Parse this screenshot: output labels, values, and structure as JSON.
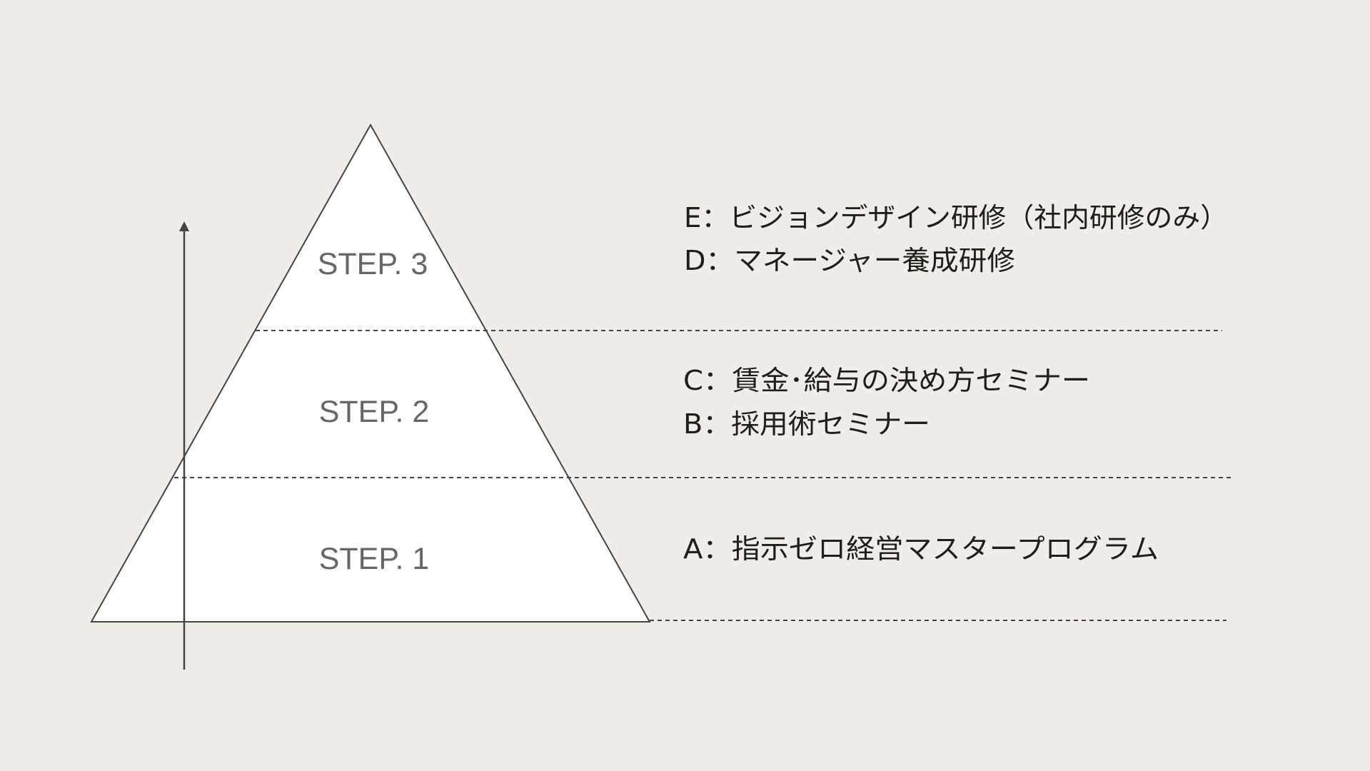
{
  "pyramid": {
    "steps": [
      {
        "label": "STEP. 3"
      },
      {
        "label": "STEP. 2"
      },
      {
        "label": "STEP. 1"
      }
    ]
  },
  "programs": {
    "step3": [
      "E：ビジョンデザイン研修（社内研修のみ）",
      "D：マネージャー養成研修"
    ],
    "step2": [
      "C：賃金･給与の決め方セミナー",
      "B：採用術セミナー"
    ],
    "step1": [
      "A：指示ゼロ経営マスタープログラム"
    ]
  },
  "colors": {
    "background": "#f0ede9",
    "pyramid_fill": "#ffffff",
    "line": "#444444",
    "step_text": "#666666",
    "program_text": "#1e1e1e"
  }
}
